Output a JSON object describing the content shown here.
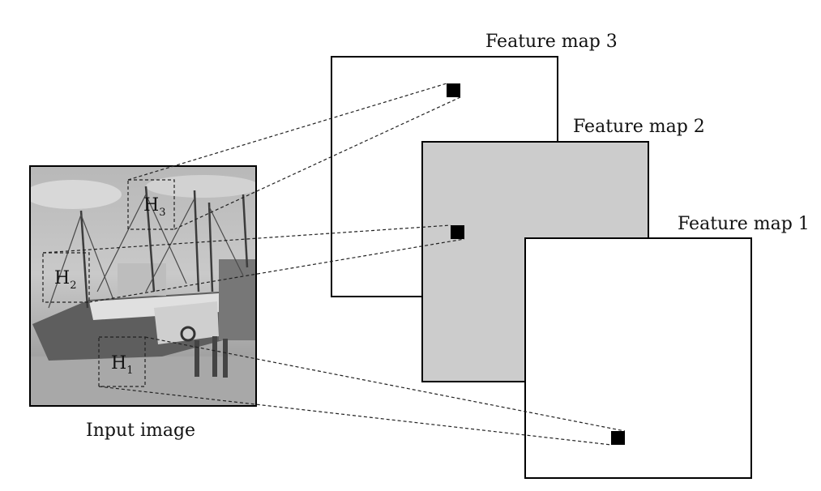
{
  "input_image": {
    "label": "Input image"
  },
  "regions": [
    {
      "id": "H3",
      "letter": "H",
      "subscript": "3"
    },
    {
      "id": "H2",
      "letter": "H",
      "subscript": "2"
    },
    {
      "id": "H1",
      "letter": "H",
      "subscript": "1"
    }
  ],
  "feature_maps": [
    {
      "label": "Feature map 3",
      "fill": "#ffffff"
    },
    {
      "label": "Feature map 2",
      "fill": "#cccccc"
    },
    {
      "label": "Feature map 1",
      "fill": "#ffffff"
    }
  ],
  "colors": {
    "stroke": "#000000",
    "neuron": "#000000",
    "photo_base": "#9a9a9a"
  }
}
